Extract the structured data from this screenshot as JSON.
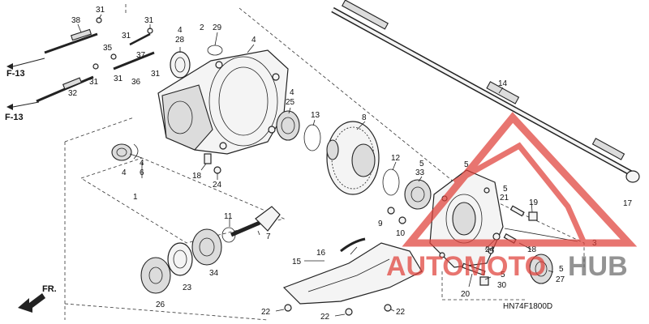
{
  "diagram": {
    "code": "HN74F1800D",
    "refs": {
      "f13_top": "F-13",
      "f13_bottom": "F-13",
      "front_arrow": "FR."
    },
    "callouts": [
      {
        "id": "c38",
        "text": "38"
      },
      {
        "id": "c31a",
        "text": "31"
      },
      {
        "id": "c31b",
        "text": "31"
      },
      {
        "id": "c31c",
        "text": "31"
      },
      {
        "id": "c37",
        "text": "37"
      },
      {
        "id": "c35",
        "text": "35"
      },
      {
        "id": "c31d",
        "text": "31"
      },
      {
        "id": "c36",
        "text": "36"
      },
      {
        "id": "c31e",
        "text": "31"
      },
      {
        "id": "c31f",
        "text": "31"
      },
      {
        "id": "c32",
        "text": "32"
      },
      {
        "id": "c4a",
        "text": "4"
      },
      {
        "id": "c28",
        "text": "28"
      },
      {
        "id": "c2",
        "text": "2"
      },
      {
        "id": "c29",
        "text": "29"
      },
      {
        "id": "c4b",
        "text": "4"
      },
      {
        "id": "c4c",
        "text": "4"
      },
      {
        "id": "c25",
        "text": "25"
      },
      {
        "id": "c13",
        "text": "13"
      },
      {
        "id": "c8",
        "text": "8"
      },
      {
        "id": "c14",
        "text": "14"
      },
      {
        "id": "c4d",
        "text": "4"
      },
      {
        "id": "c6",
        "text": "6"
      },
      {
        "id": "c4e",
        "text": "4"
      },
      {
        "id": "c1",
        "text": "1"
      },
      {
        "id": "c18a",
        "text": "18"
      },
      {
        "id": "c24a",
        "text": "24"
      },
      {
        "id": "c12",
        "text": "12"
      },
      {
        "id": "c5a",
        "text": "5"
      },
      {
        "id": "c33",
        "text": "33"
      },
      {
        "id": "c5b",
        "text": "5"
      },
      {
        "id": "c5c",
        "text": "5"
      },
      {
        "id": "c21",
        "text": "21"
      },
      {
        "id": "c19",
        "text": "19"
      },
      {
        "id": "c17",
        "text": "17"
      },
      {
        "id": "c9",
        "text": "9"
      },
      {
        "id": "c10",
        "text": "10"
      },
      {
        "id": "c11",
        "text": "11"
      },
      {
        "id": "c7",
        "text": "7"
      },
      {
        "id": "c3",
        "text": "3"
      },
      {
        "id": "c18b",
        "text": "18"
      },
      {
        "id": "c24b",
        "text": "24"
      },
      {
        "id": "c16",
        "text": "16"
      },
      {
        "id": "c15",
        "text": "15"
      },
      {
        "id": "c34",
        "text": "34"
      },
      {
        "id": "c23",
        "text": "23"
      },
      {
        "id": "c26",
        "text": "26"
      },
      {
        "id": "c5d",
        "text": "5"
      },
      {
        "id": "c27",
        "text": "27"
      },
      {
        "id": "c5e",
        "text": "5"
      },
      {
        "id": "c30",
        "text": "30"
      },
      {
        "id": "c20",
        "text": "20"
      },
      {
        "id": "c22a",
        "text": "22"
      },
      {
        "id": "c22b",
        "text": "22"
      },
      {
        "id": "c22c",
        "text": "22"
      }
    ]
  },
  "watermark": {
    "brand_left": "AUTOMOTO",
    "brand_right": "HUB",
    "color": "#e0413a"
  },
  "colors": {
    "line": "#222222",
    "background": "#ffffff"
  }
}
